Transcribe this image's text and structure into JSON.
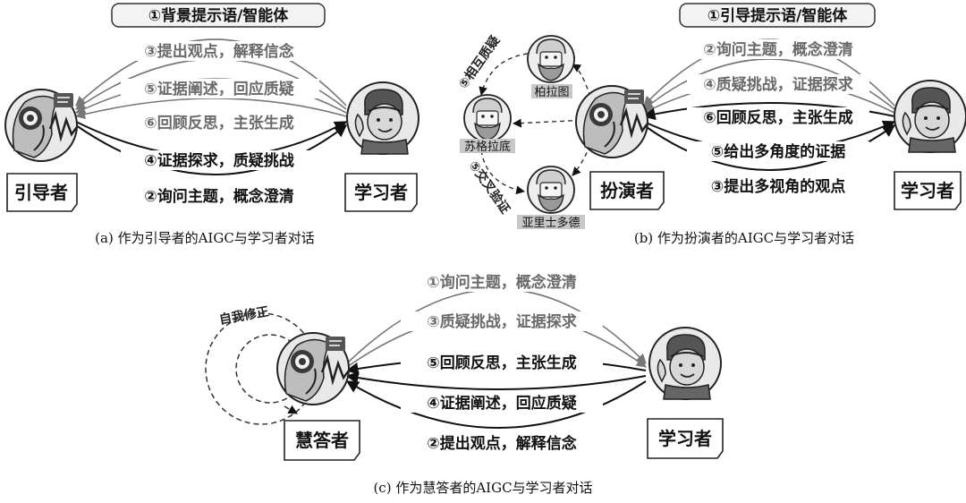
{
  "panel_a": {
    "top_box": "①背景提示语/智能体",
    "flows": [
      {
        "text": "③提出观点，解释信念",
        "tone": "light",
        "dir": "left"
      },
      {
        "text": "⑤证据阐述，回应质疑",
        "tone": "light",
        "dir": "left"
      },
      {
        "text": "⑥回顾反思，主张生成",
        "tone": "light",
        "dir": "left"
      },
      {
        "text": "④证据探求，质疑挑战",
        "tone": "dark",
        "dir": "right"
      },
      {
        "text": "②询问主题，概念澄清",
        "tone": "dark",
        "dir": "right"
      }
    ],
    "left_role": "引导者",
    "right_role": "学习者",
    "caption": "(a) 作为引导者的AIGC与学习者对话"
  },
  "panel_b": {
    "top_box": "①引导提示语/智能体",
    "flows": [
      {
        "text": "②询问主题，概念澄清",
        "tone": "light",
        "dir": "left"
      },
      {
        "text": "④质疑挑战，证据探求",
        "tone": "light",
        "dir": "left"
      },
      {
        "text": "⑥回顾反思，主张生成",
        "tone": "dark",
        "dir": "left"
      },
      {
        "text": "⑤给出多角度的证据",
        "tone": "dark",
        "dir": "right"
      },
      {
        "text": "③提出多视角的观点",
        "tone": "dark",
        "dir": "right"
      }
    ],
    "philosophers": {
      "top": "柏拉图",
      "left": "苏格拉底",
      "bottom": "亚里士多德"
    },
    "side_labels": {
      "upper": "⑤相互质疑",
      "lower": "⑤交叉验证"
    },
    "left_role": "扮演者",
    "right_role": "学习者",
    "caption": "(b) 作为扮演者的AIGC与学习者对话"
  },
  "panel_c": {
    "loop_label": "自我修正",
    "flows": [
      {
        "text": "①询问主题，概念澄清",
        "tone": "light",
        "dir": "right"
      },
      {
        "text": "③质疑挑战，证据探求",
        "tone": "light",
        "dir": "right"
      },
      {
        "text": "⑤回顾反思，主张生成",
        "tone": "dark",
        "dir": "left"
      },
      {
        "text": "④证据阐述，回应质疑",
        "tone": "dark",
        "dir": "left"
      },
      {
        "text": "②提出观点，解释信念",
        "tone": "dark",
        "dir": "left"
      }
    ],
    "left_role": "慧答者",
    "right_role": "学习者",
    "caption": "(c) 作为慧答者的AIGC与学习者对话"
  }
}
